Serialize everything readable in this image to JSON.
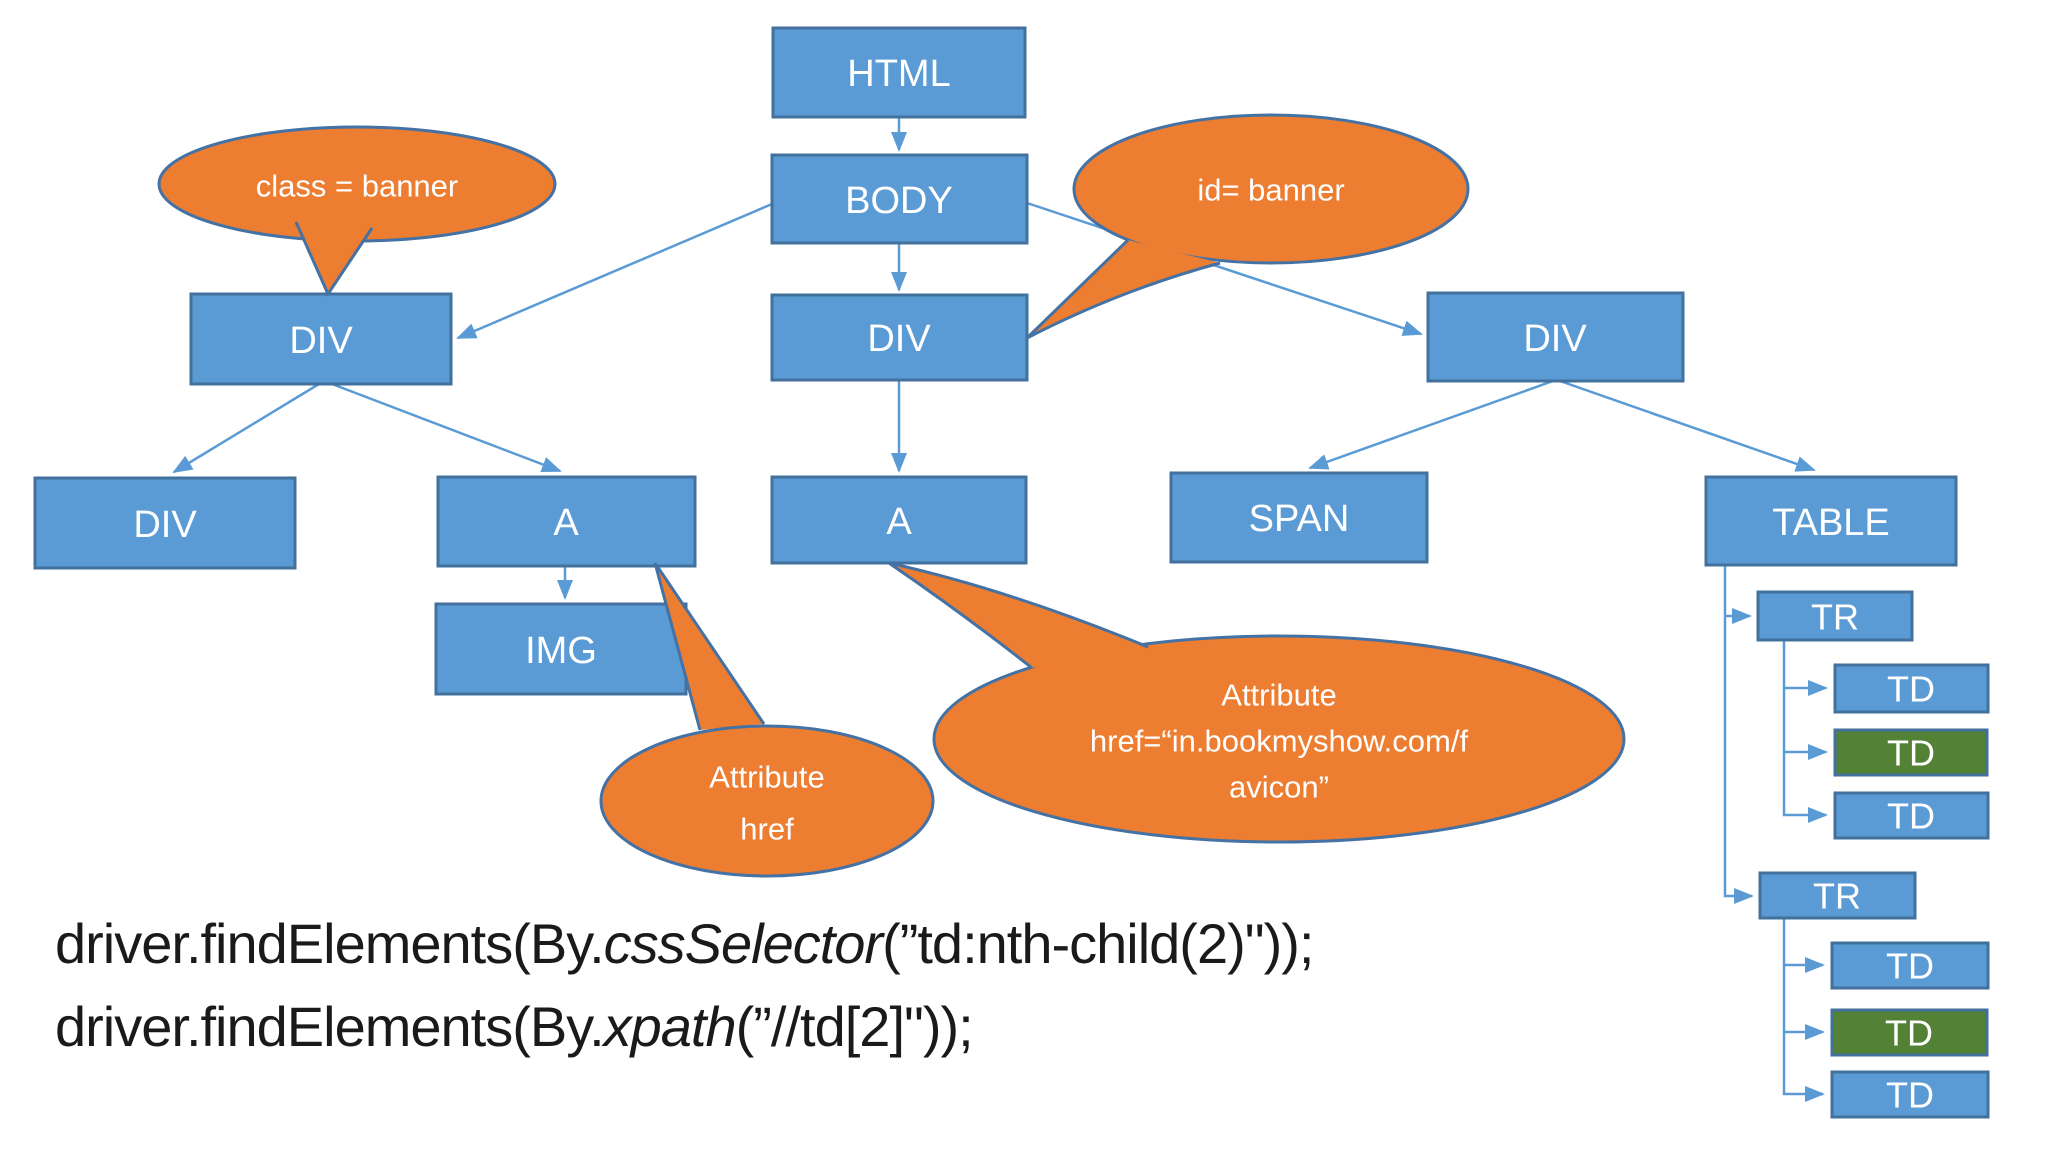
{
  "colors": {
    "background": "#ffffff",
    "node_fill": "#5B9BD5",
    "node_border": "#41719C",
    "green_fill": "#538135",
    "callout_fill": "#ED7D31",
    "callout_border": "#4472A4",
    "connector": "#5B9BD5",
    "node_text": "#ffffff",
    "code_text": "#1a1a1a"
  },
  "nodes": {
    "html": "HTML",
    "body": "BODY",
    "div_center": "DIV",
    "div_left": "DIV",
    "div_right": "DIV",
    "div_leaf": "DIV",
    "a_left": "A",
    "a_center": "A",
    "span": "SPAN",
    "table": "TABLE",
    "img": "IMG",
    "tr_1": "TR",
    "td_1_1": "TD",
    "td_1_2": "TD",
    "td_1_3": "TD",
    "tr_2": "TR",
    "td_2_1": "TD",
    "td_2_2": "TD",
    "td_2_3": "TD"
  },
  "callouts": {
    "class_banner": "class = banner",
    "id_banner": "id= banner",
    "attr_href": {
      "line1": "Attribute",
      "line2": "href"
    },
    "attr_href_favicon": {
      "line1": "Attribute",
      "line2": "href=“in.bookmyshow.com/f",
      "line3": "avicon”"
    }
  },
  "code": {
    "line1": {
      "prefix": "driver.findElements(By.",
      "method": "cssSelector",
      "suffix": "(”td:nth-child(2)\"));"
    },
    "line2": {
      "prefix": "driver.findElements(By.",
      "method": "xpath",
      "suffix": "(”//td[2]\"));"
    }
  }
}
